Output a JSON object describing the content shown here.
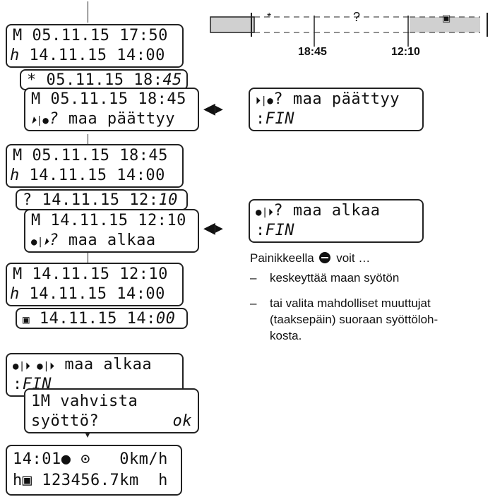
{
  "flow_a": {
    "d1": {
      "line1": "M 05.11.15 17:50",
      "line2_icon": "h",
      "line2": " 14.11.15 14:00"
    },
    "d2": {
      "icon": "*",
      "text": " 05.11.15 18:",
      "italic": "45"
    },
    "d3": {
      "line1": "M 05.11.15 18:45",
      "line2_icon": "⏵|●",
      "line2_q": "?",
      "line2": " maa päättyy"
    },
    "side": {
      "icon": "⏵|●",
      "q": "? maa päättyy",
      "colon": ":",
      "value": "FIN"
    }
  },
  "flow_b": {
    "d1": {
      "line1": "M 05.11.15 18:45",
      "line2_icon": "h",
      "line2": " 14.11.15 14:00"
    },
    "d2": {
      "icon": "?",
      "text": " 14.11.15 12:",
      "italic": "10"
    },
    "d3": {
      "line1": "M 14.11.15 12:10",
      "line2_icon": "●|⏵",
      "line2_q": "?",
      "line2": " maa alkaa"
    },
    "side": {
      "icon": "●|⏵",
      "q": "? maa alkaa",
      "colon": ":",
      "value": "FIN"
    }
  },
  "flow_c": {
    "d1": {
      "line1": "M 14.11.15 12:10",
      "line2_icon": "h",
      "line2": " 14.11.15 14:00"
    },
    "d2": {
      "icon": "▣",
      "text": " 14.11.15 14:",
      "italic": "00"
    }
  },
  "confirm": {
    "country": {
      "line1_icon": "●|⏵ ●|⏵",
      "line1": " maa alkaa",
      "colon": ":",
      "value": "FIN"
    },
    "prompt": {
      "line1": "1M vahvista",
      "line2": "syöttö?",
      "ok": "ok"
    }
  },
  "final": {
    "line1": "14:01● ⊙   0km/h",
    "line2": "h▣ 123456.7km  h"
  },
  "timeline": {
    "symbols": {
      "a": "*",
      "b": "?",
      "c": "▣"
    },
    "label_left": "18:45",
    "label_right": "12:10"
  },
  "help": {
    "intro": "Painikkeella",
    "intro_tail": "voit …",
    "items": [
      {
        "dash": "–",
        "text": "keskeyttää maan syötön"
      },
      {
        "dash": "–",
        "lines": [
          "tai valita mahdolliset muuttujat",
          "(taaksepäin) suoraan syöttöloh-",
          "kosta."
        ]
      }
    ]
  }
}
